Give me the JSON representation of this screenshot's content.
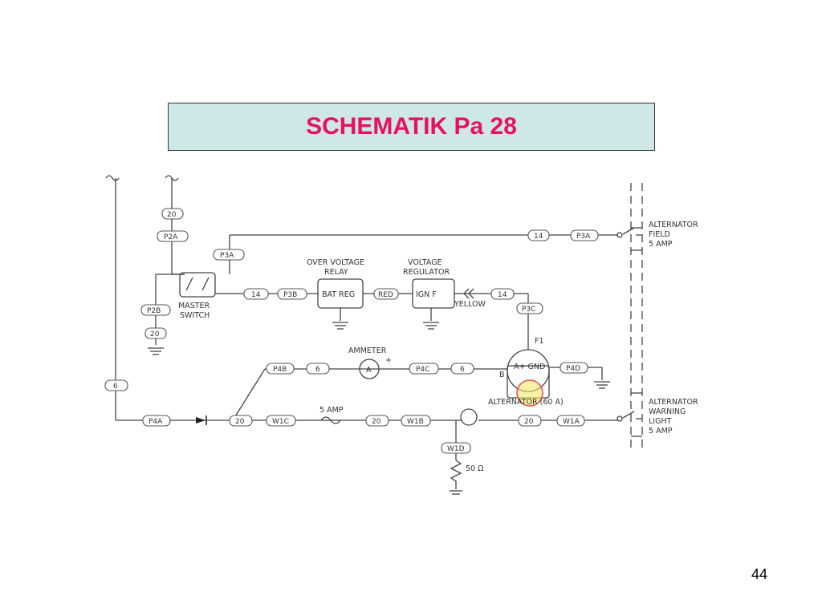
{
  "title": "SCHEMATIK Pa 28",
  "page_number": "44",
  "components": {
    "master_switch": [
      "MASTER",
      "SWITCH"
    ],
    "over_voltage_relay": [
      "OVER VOLTAGE",
      "RELAY"
    ],
    "voltage_regulator": [
      "VOLTAGE",
      "REGULATOR"
    ],
    "ammeter": "AMMETER",
    "alternator": "ALTERNATOR (60 A)",
    "alternator_field": [
      "ALTERNATOR",
      "FIELD",
      "5 AMP"
    ],
    "alternator_warning_light": [
      "ALTERNATOR",
      "WARNING",
      "LIGHT",
      "5 AMP"
    ],
    "fuse_5amp": "5 AMP",
    "resistor": "50 Ω",
    "yellow_wire": "YELLOW",
    "bat_reg": "BAT REG",
    "ign_f": "IGN   F",
    "a_gnd": "A+ GND",
    "ammeter_symbol": "A",
    "plus": "+",
    "b_terminal": "B",
    "f1_terminal": "F1"
  },
  "wire_labels": {
    "w20_top": "20",
    "p2a": "P2A",
    "p3a_left": "P3A",
    "p2b": "P2B",
    "w20_gnd": "20",
    "w6_left": "6",
    "w14_a": "14",
    "p3b": "P3B",
    "red": "RED",
    "w14_b": "14",
    "p3c": "P3C",
    "w14_top": "14",
    "p3a_right": "P3A",
    "p4b": "P4B",
    "w6_b": "6",
    "p4c": "P4C",
    "w6_c": "6",
    "p4d": "P4D",
    "p4a": "P4A",
    "w20_c": "20",
    "w1c": "W1C",
    "w20_d": "20",
    "w1b": "W1B",
    "w20_e": "20",
    "w1a": "W1A",
    "w1d": "W1D"
  }
}
